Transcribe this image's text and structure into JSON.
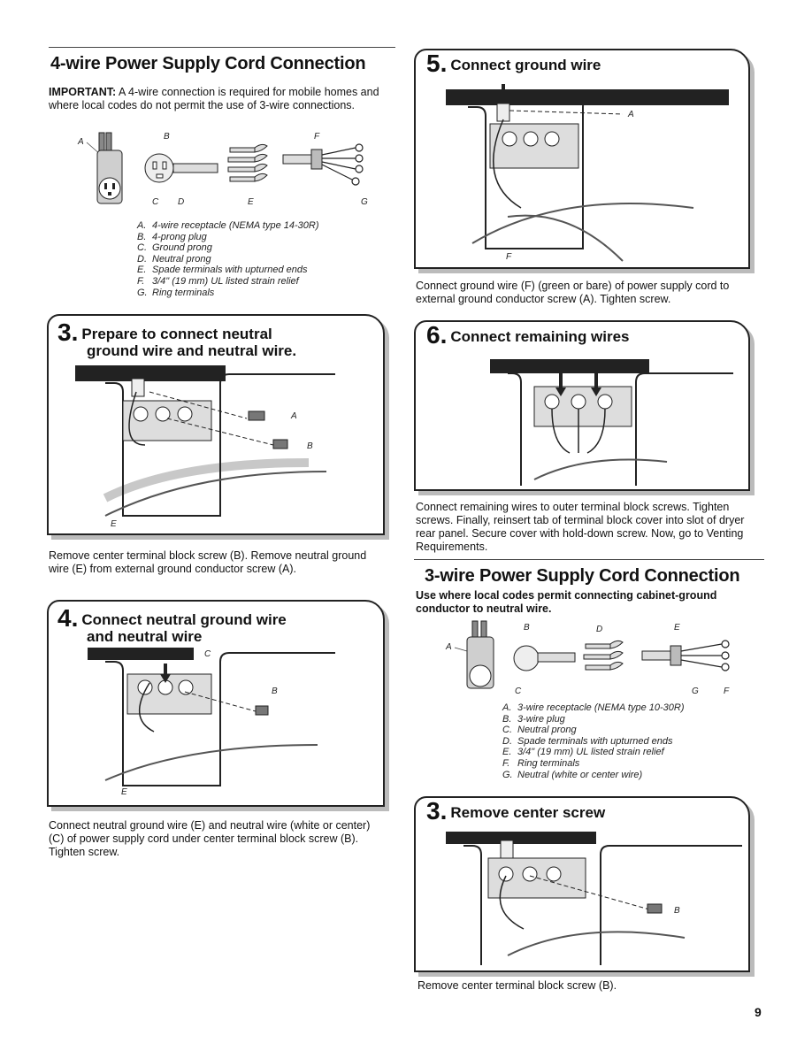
{
  "left": {
    "four_wire": {
      "title": "4-wire Power Supply Cord Connection",
      "important_label": "IMPORTANT:",
      "important_text": " A 4-wire connection is required for mobile homes and where local codes do not permit the use of 3-wire connections.",
      "fig_labels": {
        "A": "A",
        "B": "B",
        "C": "C",
        "D": "D",
        "E": "E",
        "F": "F",
        "G": "G"
      },
      "legend": [
        {
          "k": "A.",
          "t": "4-wire receptacle (NEMA type 14-30R)"
        },
        {
          "k": "B.",
          "t": "4-prong plug"
        },
        {
          "k": "C.",
          "t": "Ground prong"
        },
        {
          "k": "D.",
          "t": "Neutral prong"
        },
        {
          "k": "E.",
          "t": "Spade terminals with upturned ends"
        },
        {
          "k": "F.",
          "t": "3/4\" (19 mm) UL listed strain relief"
        },
        {
          "k": "G.",
          "t": "Ring terminals"
        }
      ]
    },
    "step3": {
      "num": "3.",
      "title_l1": "Prepare to connect neutral",
      "title_l2": "ground wire and neutral wire.",
      "labels": {
        "A": "A",
        "B": "B",
        "E": "E"
      },
      "caption": "Remove center terminal block screw (B). Remove neutral ground wire (E) from external ground conductor screw (A)."
    },
    "step4": {
      "num": "4.",
      "title_l1": "Connect neutral ground wire",
      "title_l2": "and neutral wire",
      "labels": {
        "B": "B",
        "C": "C",
        "E": "E"
      },
      "caption": "Connect neutral ground wire (E) and neutral wire (white or center) (C) of power supply cord under center terminal block screw (B). Tighten screw."
    }
  },
  "right": {
    "step5": {
      "num": "5.",
      "title": "Connect ground wire",
      "labels": {
        "A": "A",
        "F": "F"
      },
      "caption": "Connect ground wire (F) (green or bare) of power supply cord to external ground conductor screw (A). Tighten screw."
    },
    "step6": {
      "num": "6.",
      "title": "Connect remaining wires",
      "caption": "Connect remaining wires to outer terminal block screws. Tighten screws. Finally, reinsert tab of terminal block cover into slot of dryer rear panel. Secure cover with hold-down screw. Now, go to Venting Requirements."
    },
    "three_wire": {
      "title": "3-wire Power Supply Cord Connection",
      "subtitle": "Use where local codes permit connecting cabinet-ground conductor to neutral wire.",
      "fig_labels": {
        "A": "A",
        "B": "B",
        "C": "C",
        "D": "D",
        "E": "E",
        "F": "F",
        "G": "G"
      },
      "legend": [
        {
          "k": "A.",
          "t": "3-wire receptacle (NEMA type 10-30R)"
        },
        {
          "k": "B.",
          "t": "3-wire plug"
        },
        {
          "k": "C.",
          "t": "Neutral prong"
        },
        {
          "k": "D.",
          "t": "Spade terminals with upturned ends"
        },
        {
          "k": "E.",
          "t": "3/4\" (19 mm) UL listed strain relief"
        },
        {
          "k": "F.",
          "t": "Ring terminals"
        },
        {
          "k": "G.",
          "t": "Neutral (white or center wire)"
        }
      ]
    },
    "step3b": {
      "num": "3.",
      "title": "Remove center screw",
      "labels": {
        "B": "B"
      },
      "caption": "Remove center terminal block screw (B)."
    }
  },
  "page_number": "9"
}
